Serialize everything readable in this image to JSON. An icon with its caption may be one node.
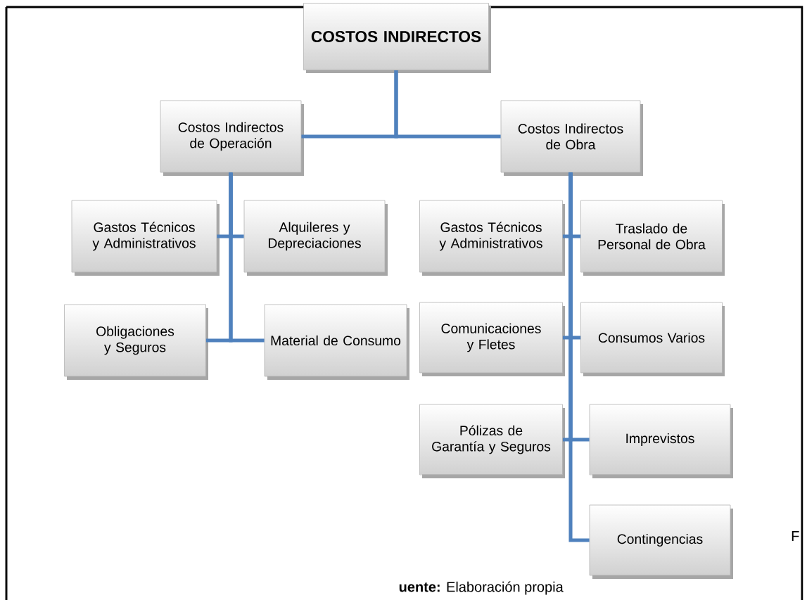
{
  "diagram": {
    "nodes": [
      {
        "text": [
          "COSTOS INDIRECTOS"
        ]
      },
      {
        "text": [
          "Costos Indirectos de Operación"
        ]
      },
      {
        "text": [
          "Costos Indirectos de Obra"
        ]
      },
      {
        "text": [
          "Gastos Técnicos y Administrativos"
        ]
      },
      {
        "text": [
          "Alquileres y Depreciaciones"
        ]
      },
      {
        "text": [
          "Obligaciones y Seguros"
        ]
      },
      {
        "text": [
          "Material de Consumo"
        ]
      },
      {
        "text": [
          "Gastos Técnicos y Administrativos"
        ]
      },
      {
        "text": [
          "Traslado de Personal de Obra"
        ]
      },
      {
        "text": [
          "Comunicaciones y Fletes"
        ]
      },
      {
        "text": [
          "Consumos Varios"
        ]
      },
      {
        "text": [
          "Pólizas de Garantía y Seguros"
        ]
      },
      {
        "text": [
          "Imprevistos"
        ]
      },
      {
        "text": [
          "Contingencias"
        ]
      }
    ],
    "edges": [
      {
        "from": 0,
        "to": 1,
        "arrow": "none"
      },
      {
        "from": 0,
        "to": 2,
        "arrow": "none"
      },
      {
        "from": 1,
        "to": 3,
        "arrow": "none"
      },
      {
        "from": 1,
        "to": 4,
        "arrow": "none"
      },
      {
        "from": 1,
        "to": 5,
        "arrow": "none"
      },
      {
        "from": 1,
        "to": 6,
        "arrow": "none"
      },
      {
        "from": 2,
        "to": 7,
        "arrow": "none"
      },
      {
        "from": 2,
        "to": 8,
        "arrow": "none"
      },
      {
        "from": 2,
        "to": 9,
        "arrow": "none"
      },
      {
        "from": 2,
        "to": 10,
        "arrow": "none"
      },
      {
        "from": 2,
        "to": 11,
        "arrow": "none"
      },
      {
        "from": 2,
        "to": 12,
        "arrow": "none"
      },
      {
        "from": 2,
        "to": 13,
        "arrow": "none"
      }
    ],
    "labels": [
      "F",
      "**uente:** Elaboración propia"
    ]
  }
}
